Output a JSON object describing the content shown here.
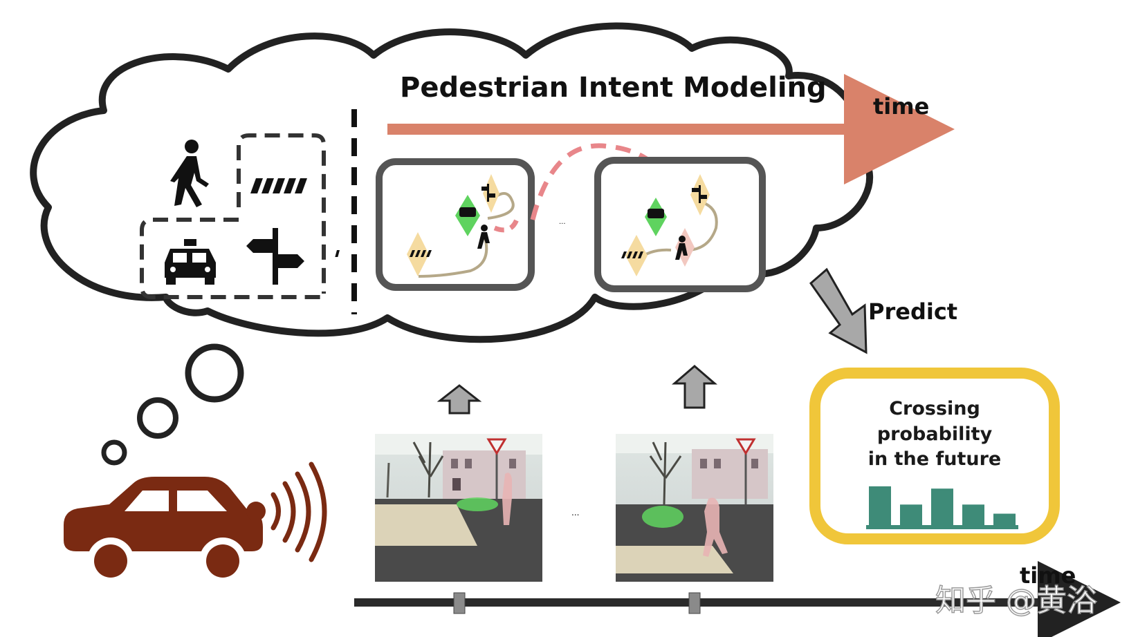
{
  "diagram": {
    "title": "Pedestrian Intent Modeling",
    "time_label_top": "time",
    "time_label_bottom": "time",
    "predict_label": "Predict",
    "output_box": {
      "line1": "Crossing",
      "line2": "probability",
      "line3": "in the future"
    },
    "ellipsis_frames": "...",
    "ellipsis_graphs": "...",
    "watermark": "知乎 @黄浴"
  },
  "colors": {
    "cloud_stroke": "#222222",
    "time_arrow": "#d9826a",
    "trajectory_dashed": "#e8868a",
    "ego_car": "#7a2a12",
    "output_border": "#f0c63a",
    "histogram": "#3e8b78",
    "timeline": "#2a2a2a",
    "detection_vehicle": "#5fd35f",
    "detection_pedestrian": "#e8b4b4"
  },
  "icons": [
    "pedestrian-icon",
    "crosswalk-icon",
    "taxi-icon",
    "signpost-icon",
    "ego-car-icon",
    "signal-waves-icon",
    "thought-bubble-icon"
  ],
  "chart_data": {
    "type": "bar",
    "values": [
      0.85,
      0.45,
      0.8,
      0.45,
      0.25
    ],
    "ylim": [
      0,
      1
    ]
  }
}
